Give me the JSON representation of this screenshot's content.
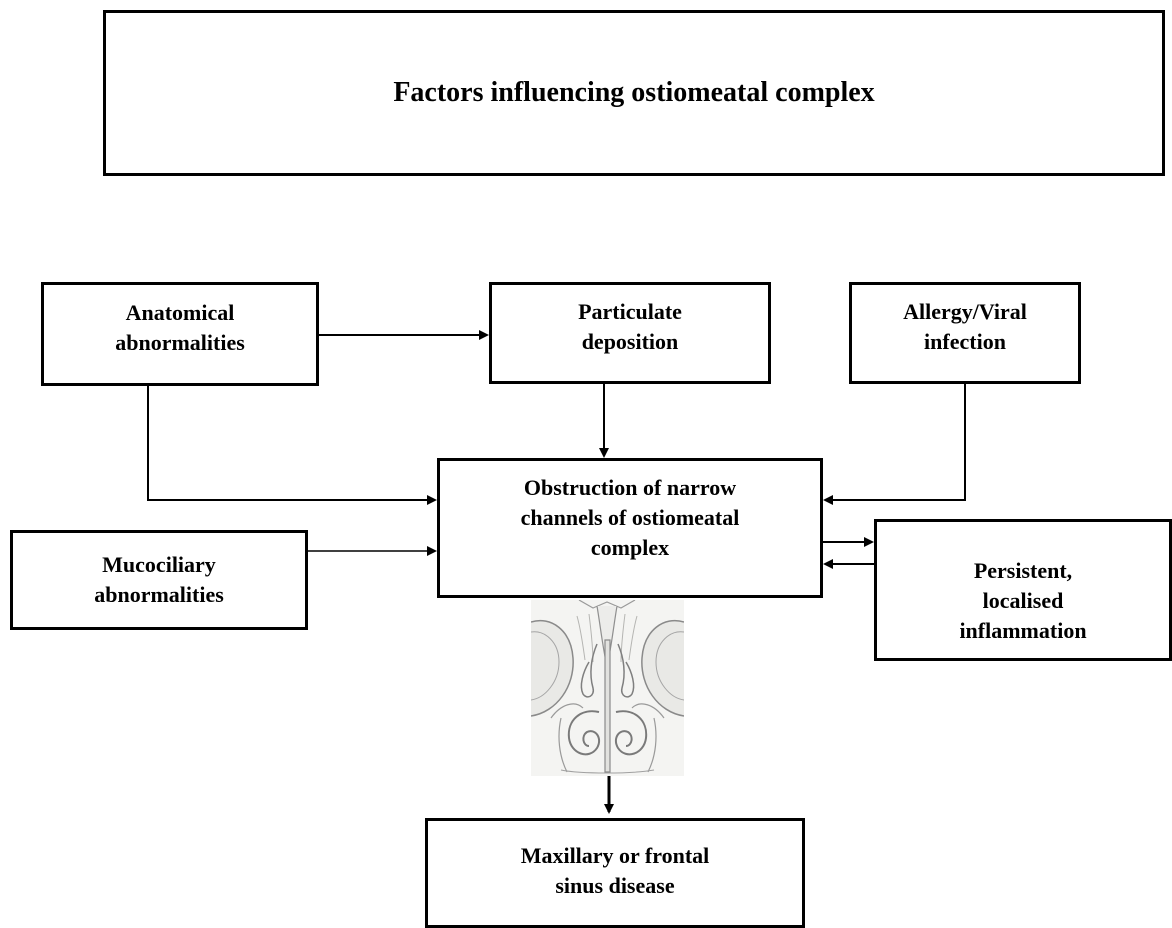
{
  "title": "Factors influencing ostiomeatal complex",
  "boxes": {
    "anatomical": [
      "Anatomical",
      "abnormalities"
    ],
    "particulate": [
      "Particulate",
      "deposition"
    ],
    "allergy": [
      "Allergy/Viral",
      "infection"
    ],
    "obstruction": [
      "Obstruction of narrow",
      "channels of ostiomeatal",
      "complex"
    ],
    "mucociliary": [
      "Mucociliary",
      "abnormalities"
    ],
    "persistent": [
      "Persistent,",
      "localised",
      "inflammation"
    ],
    "maxillary": [
      "Maxillary or frontal",
      "sinus disease"
    ]
  },
  "illustration": {
    "icon": "nasal-sinus-anatomy-illustration"
  }
}
